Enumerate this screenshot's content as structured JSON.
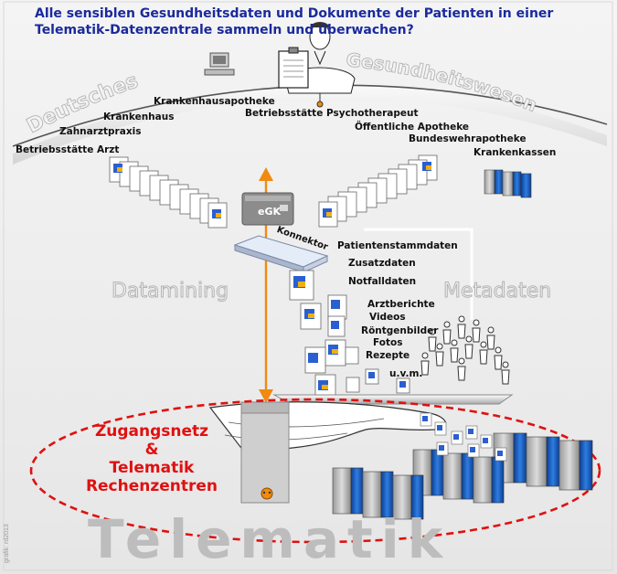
{
  "title": "Alle sensiblen Gesundheitsdaten und Dokumente der Patienten in einer Telematik-Datenzentrale sammeln und überwachen?",
  "arc_text_left": "Deutsches",
  "arc_text_right": "Gesundheitswesen",
  "institutions": {
    "arzt": "Betriebsstätte Arzt",
    "zahnarzt": "Zahnarztpraxis",
    "krankenhaus": "Krankenhaus",
    "krankenhausapotheke": "Krankenhausapotheke",
    "psychotherapeut": "Betriebsstätte Psychotherapeut",
    "apotheke": "Öffentliche Apotheke",
    "bundeswehr": "Bundeswehrapotheke",
    "krankenkassen": "Krankenkassen"
  },
  "egk": "eGK",
  "konnektor": "Konnektor",
  "datamining": "Datamining",
  "metadaten": "Metadaten",
  "data_types": [
    "Patientenstammdaten",
    "Zusatzdaten",
    "Notfalldaten",
    "Arztberichte",
    "Videos",
    "Röntgenbilder",
    "Fotos",
    "Rezepte",
    "u.v.m."
  ],
  "network": {
    "line1": "Zugangsnetz",
    "line2": "&",
    "line3": "Telematik",
    "line4": "Rechenzentren"
  },
  "bottom_word": "Telematik",
  "credit": "grafik: rd2013",
  "colors": {
    "title": "#1a2a9c",
    "arrow": "#f08a10",
    "network_ellipse": "#e01010",
    "server_blue": "#1c63c8"
  }
}
